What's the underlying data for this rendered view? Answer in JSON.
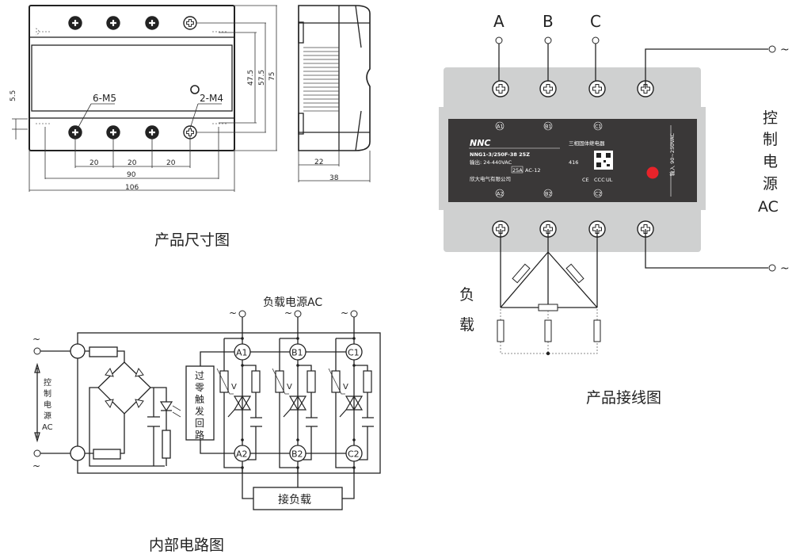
{
  "dimension_drawing": {
    "caption": "产品尺寸图",
    "screw_label_main": "6-M5",
    "screw_label_control": "2-M4",
    "dims": {
      "pitch1": "20",
      "pitch2": "20",
      "pitch3": "20",
      "mount": "90",
      "width": "106",
      "h1": "47.5",
      "h2": "57.5",
      "height": "75",
      "slot": "5.5",
      "side1": "22",
      "side2": "38"
    }
  },
  "wiring_diagram": {
    "caption": "产品接线图",
    "phase_labels": [
      "A",
      "B",
      "C"
    ],
    "tilde": "~",
    "control_label": [
      "控",
      "制",
      "电",
      "源",
      "AC"
    ],
    "load_label": [
      "负",
      "载"
    ],
    "panel": {
      "brand": "NNC",
      "product_name": "三相固体继电器",
      "model": "NNG1-3/250F-38 25Z",
      "output": "输出: 24-440VAC",
      "current": "25A",
      "category": "AC-12",
      "company": "欣大电气有限公司",
      "code": "416",
      "input": "输入 90~250VAC",
      "terminals_top": [
        "A1",
        "B1",
        "C1"
      ],
      "terminals_bottom": [
        "A2",
        "B2",
        "C2"
      ],
      "marks": [
        "CE",
        "CCC",
        "UL"
      ],
      "led_color": "#e8232a"
    },
    "colors": {
      "body": "#cfd0d0",
      "panel": "#3a3838"
    }
  },
  "internal_circuit": {
    "caption": "内部电路图",
    "load_supply_label": "负载电源AC",
    "load_box_label": "接负载",
    "zero_cross_label": [
      "过",
      "零",
      "触",
      "发",
      "回",
      "路"
    ],
    "control_label": [
      "控",
      "制",
      "电",
      "源",
      "AC"
    ],
    "tilde": "~",
    "varistor_mark": "V",
    "terminals_top": [
      "A1",
      "B1",
      "C1"
    ],
    "terminals_bottom": [
      "A2",
      "B2",
      "C2"
    ]
  }
}
